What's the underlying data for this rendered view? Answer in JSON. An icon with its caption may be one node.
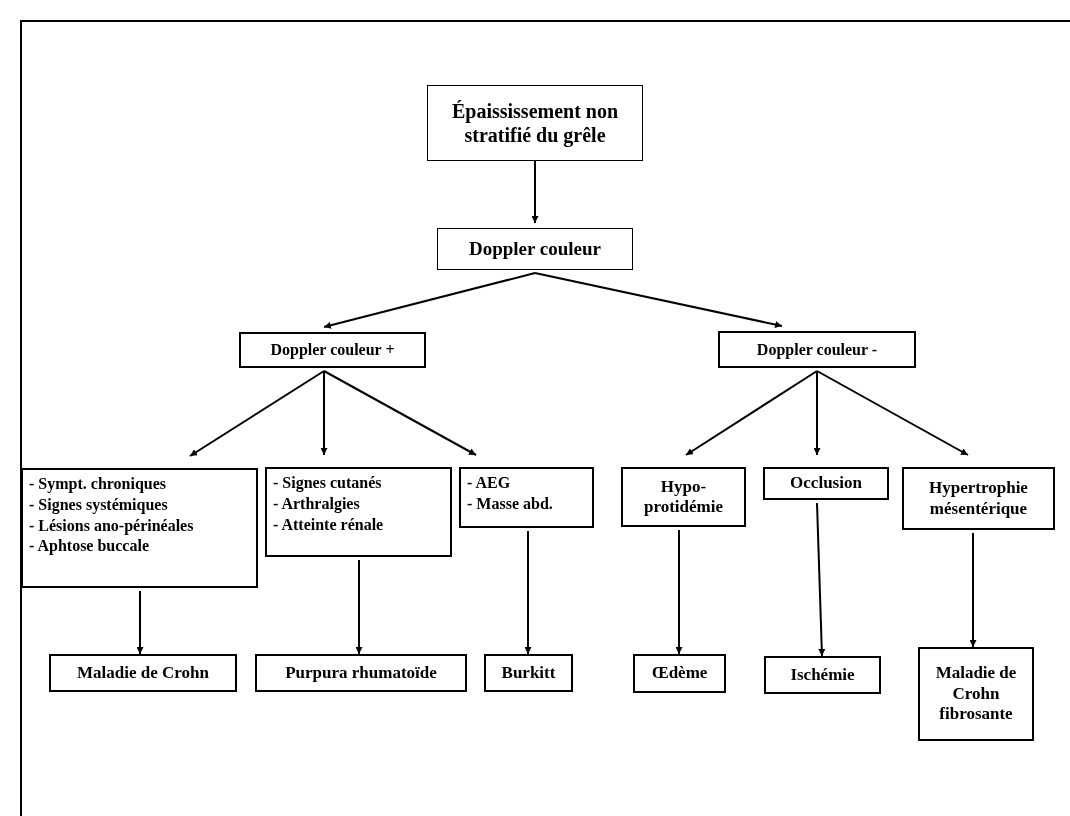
{
  "diagram": {
    "nodes": [
      {
        "text": [
          "Épaississement non stratifié du grêle"
        ]
      },
      {
        "text": [
          "Doppler couleur"
        ]
      },
      {
        "text": [
          "Doppler couleur +"
        ]
      },
      {
        "text": [
          "Doppler couleur -"
        ]
      },
      {
        "text": [
          "- Sympt. chroniques",
          "- Signes systémiques",
          "- Lésions ano-périnéales",
          "- Aphtose buccale"
        ]
      },
      {
        "text": [
          "- Signes cutanés",
          "- Arthralgies",
          "- Atteinte rénale"
        ]
      },
      {
        "text": [
          "- AEG",
          "- Masse abd."
        ]
      },
      {
        "text": [
          "Hypo-protidémie"
        ]
      },
      {
        "text": [
          "Occlusion"
        ]
      },
      {
        "text": [
          "Hypertrophie mésentérique"
        ]
      },
      {
        "text": [
          "Maladie de Crohn"
        ]
      },
      {
        "text": [
          "Purpura rhumatoïde"
        ]
      },
      {
        "text": [
          "Burkitt"
        ]
      },
      {
        "text": [
          "Œdème"
        ]
      },
      {
        "text": [
          "Ischémie"
        ]
      },
      {
        "text": [
          "Maladie de Crohn fibrosante"
        ]
      }
    ],
    "edges": [
      {
        "from": 0,
        "to": 1,
        "arrow": "to"
      },
      {
        "from": 1,
        "to": 2,
        "arrow": "to"
      },
      {
        "from": 1,
        "to": 3,
        "arrow": "to"
      },
      {
        "from": 2,
        "to": 4,
        "arrow": "to"
      },
      {
        "from": 2,
        "to": 5,
        "arrow": "to"
      },
      {
        "from": 2,
        "to": 6,
        "arrow": "to"
      },
      {
        "from": 3,
        "to": 7,
        "arrow": "to"
      },
      {
        "from": 3,
        "to": 8,
        "arrow": "to"
      },
      {
        "from": 3,
        "to": 9,
        "arrow": "to"
      },
      {
        "from": 4,
        "to": 10,
        "arrow": "to"
      },
      {
        "from": 5,
        "to": 11,
        "arrow": "to"
      },
      {
        "from": 6,
        "to": 12,
        "arrow": "to"
      },
      {
        "from": 7,
        "to": 13,
        "arrow": "to"
      },
      {
        "from": 8,
        "to": 14,
        "arrow": "to"
      },
      {
        "from": 9,
        "to": 15,
        "arrow": "to"
      }
    ]
  }
}
